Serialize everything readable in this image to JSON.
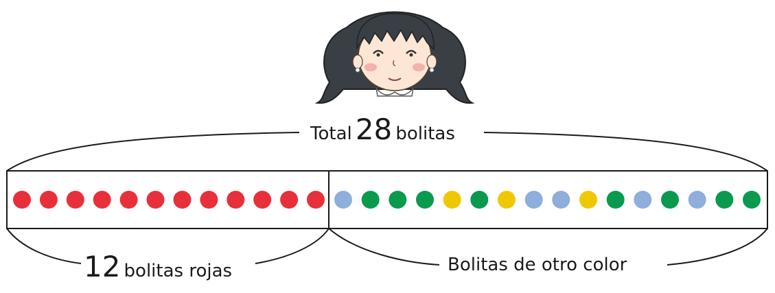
{
  "total_label": {
    "prefix": "Total",
    "number": "28",
    "suffix": "bolitas"
  },
  "left_label": {
    "number": "12",
    "text": "bolitas rojas"
  },
  "right_label": {
    "text": "Bolitas de otro color"
  },
  "bar": {
    "left_section_count": 12,
    "right_section_count": 16
  },
  "beads": {
    "left": [
      "red",
      "red",
      "red",
      "red",
      "red",
      "red",
      "red",
      "red",
      "red",
      "red",
      "red",
      "red"
    ],
    "right": [
      "blue",
      "green",
      "green",
      "green",
      "yellow",
      "green",
      "yellow",
      "blue",
      "blue",
      "yellow",
      "green",
      "blue",
      "green",
      "blue",
      "green",
      "green"
    ]
  },
  "colors": {
    "red": "#e8303a",
    "green": "#0a9a4e",
    "yellow": "#f0c800",
    "blue": "#8eaedc",
    "outline": "#1a1a1a"
  },
  "character": {
    "icon": "girl-face-illustration"
  }
}
